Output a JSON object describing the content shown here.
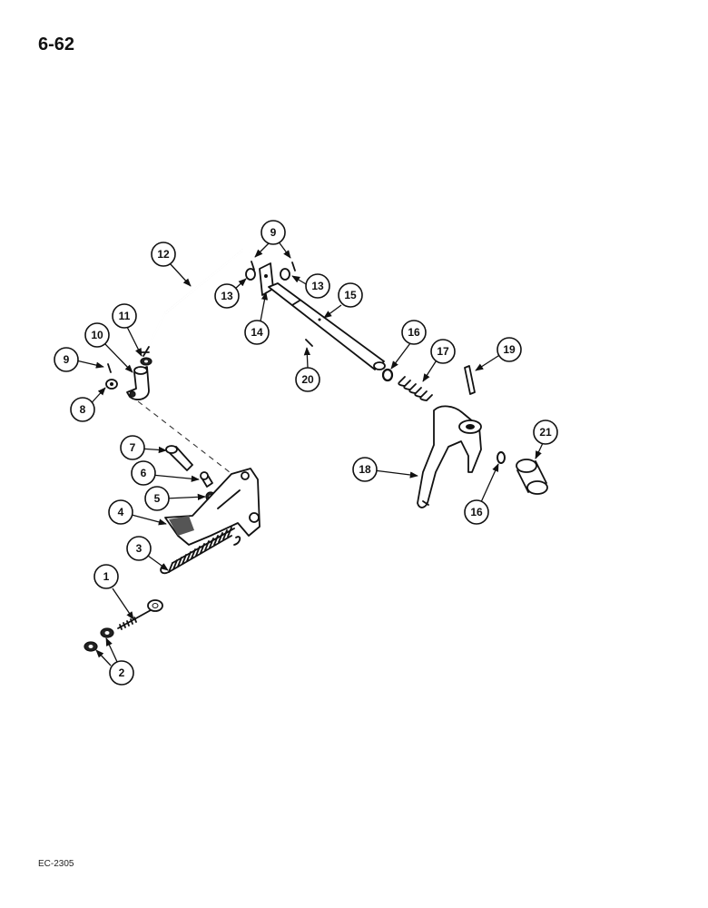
{
  "page_number": "6-62",
  "figure_code": "EC-2305",
  "callouts": [
    {
      "id": "c1",
      "label": "1"
    },
    {
      "id": "c2",
      "label": "2"
    },
    {
      "id": "c3",
      "label": "3"
    },
    {
      "id": "c4",
      "label": "4"
    },
    {
      "id": "c5",
      "label": "5"
    },
    {
      "id": "c6",
      "label": "6"
    },
    {
      "id": "c7",
      "label": "7"
    },
    {
      "id": "c8",
      "label": "8"
    },
    {
      "id": "c9a",
      "label": "9"
    },
    {
      "id": "c9b",
      "label": "9"
    },
    {
      "id": "c10",
      "label": "10"
    },
    {
      "id": "c11",
      "label": "11"
    },
    {
      "id": "c12",
      "label": "12"
    },
    {
      "id": "c13a",
      "label": "13"
    },
    {
      "id": "c13b",
      "label": "13"
    },
    {
      "id": "c14",
      "label": "14"
    },
    {
      "id": "c15",
      "label": "15"
    },
    {
      "id": "c16a",
      "label": "16"
    },
    {
      "id": "c16b",
      "label": "16"
    },
    {
      "id": "c17",
      "label": "17"
    },
    {
      "id": "c18",
      "label": "18"
    },
    {
      "id": "c19",
      "label": "19"
    },
    {
      "id": "c20",
      "label": "20"
    },
    {
      "id": "c21",
      "label": "21"
    }
  ]
}
